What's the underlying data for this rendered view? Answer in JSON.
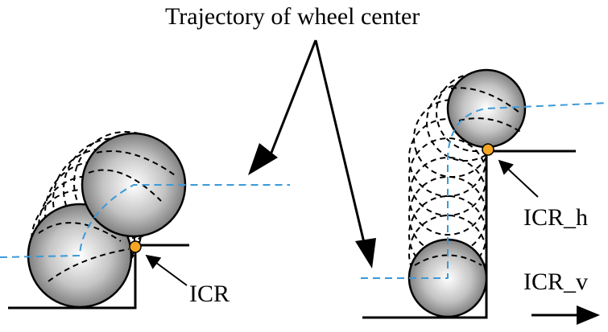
{
  "title": "Trajectory of wheel center",
  "labels": {
    "icr": "ICR",
    "icr_h": "ICR_h",
    "icr_v": "ICR_v"
  },
  "colors": {
    "trajectory": "#3a9ad9",
    "icr_point": "#f5a623",
    "ink": "#000000",
    "wheel_light": "#ffffff",
    "wheel_dark": "#6e6e6e"
  }
}
